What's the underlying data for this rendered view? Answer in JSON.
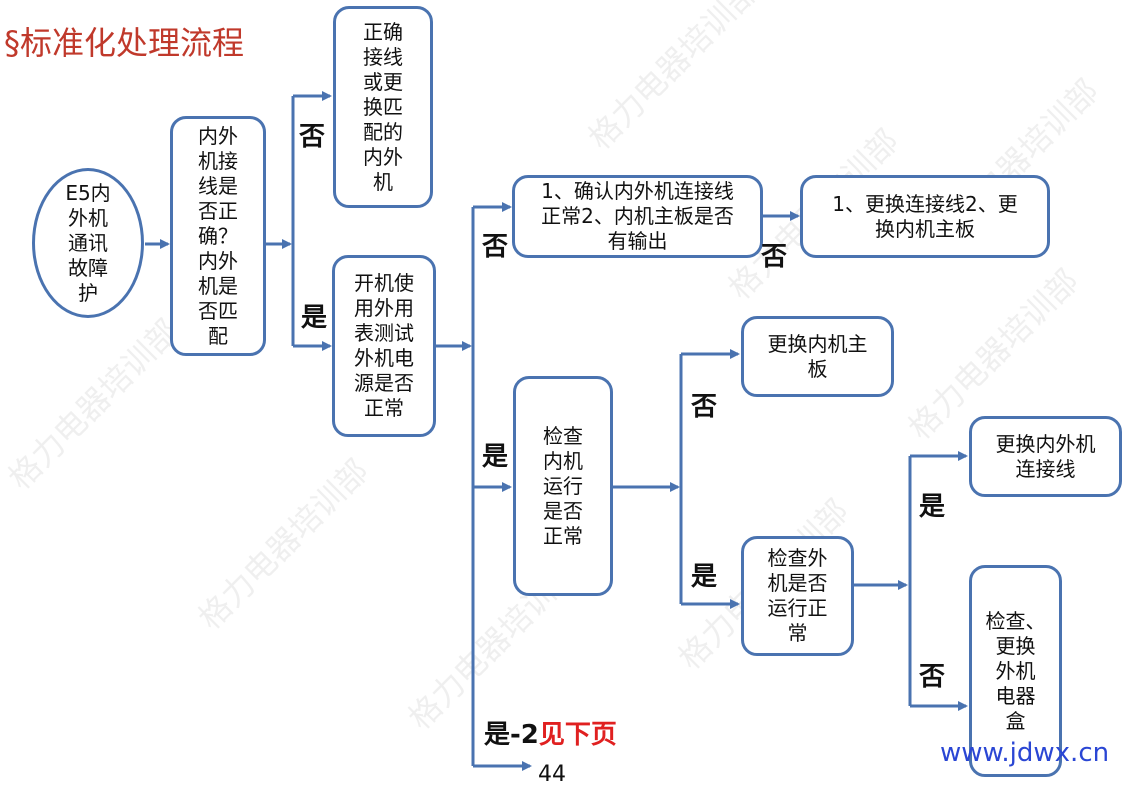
{
  "title": "§标准化处理流程",
  "watermark_text": "格力电器培训部",
  "nodes": {
    "start": "E5内\n外机\n通讯\n故障\n护",
    "q_wiring": "内外\n机接\n线是\n否正\n确？\n内外\n机是\n否匹\n配",
    "fix_wiring": "正确\n接线\n或更\n换匹\n配的\n内外\n机",
    "power_test": "开机使\n用外用\n表测试\n外机电\n源是否\n正常",
    "confirm_cable": "1、确认内外机连接线\n正常2、内机主板是否\n有输出",
    "replace_cable_board": "1、更换连接线2、更\n换内机主板",
    "check_indoor": "检查\n内机\n运行\n是否\n正常",
    "replace_indoor_board": "更换内机主\n板",
    "check_outdoor": "检查外\n机是否\n运行正\n常",
    "replace_link_cable": "更换内外机\n连接线",
    "check_outdoor_box": "检查、\n更换\n外机\n电器\n盒"
  },
  "labels": {
    "no": "否",
    "yes": "是",
    "yes2": "是-2",
    "next_page": "见下页"
  },
  "footer": {
    "url": "www.jdwx.cn",
    "page_number": "44"
  },
  "colors": {
    "accent": "#4a73b0",
    "title": "#c0392b",
    "highlight": "#e02020",
    "url": "#2a46d4"
  }
}
